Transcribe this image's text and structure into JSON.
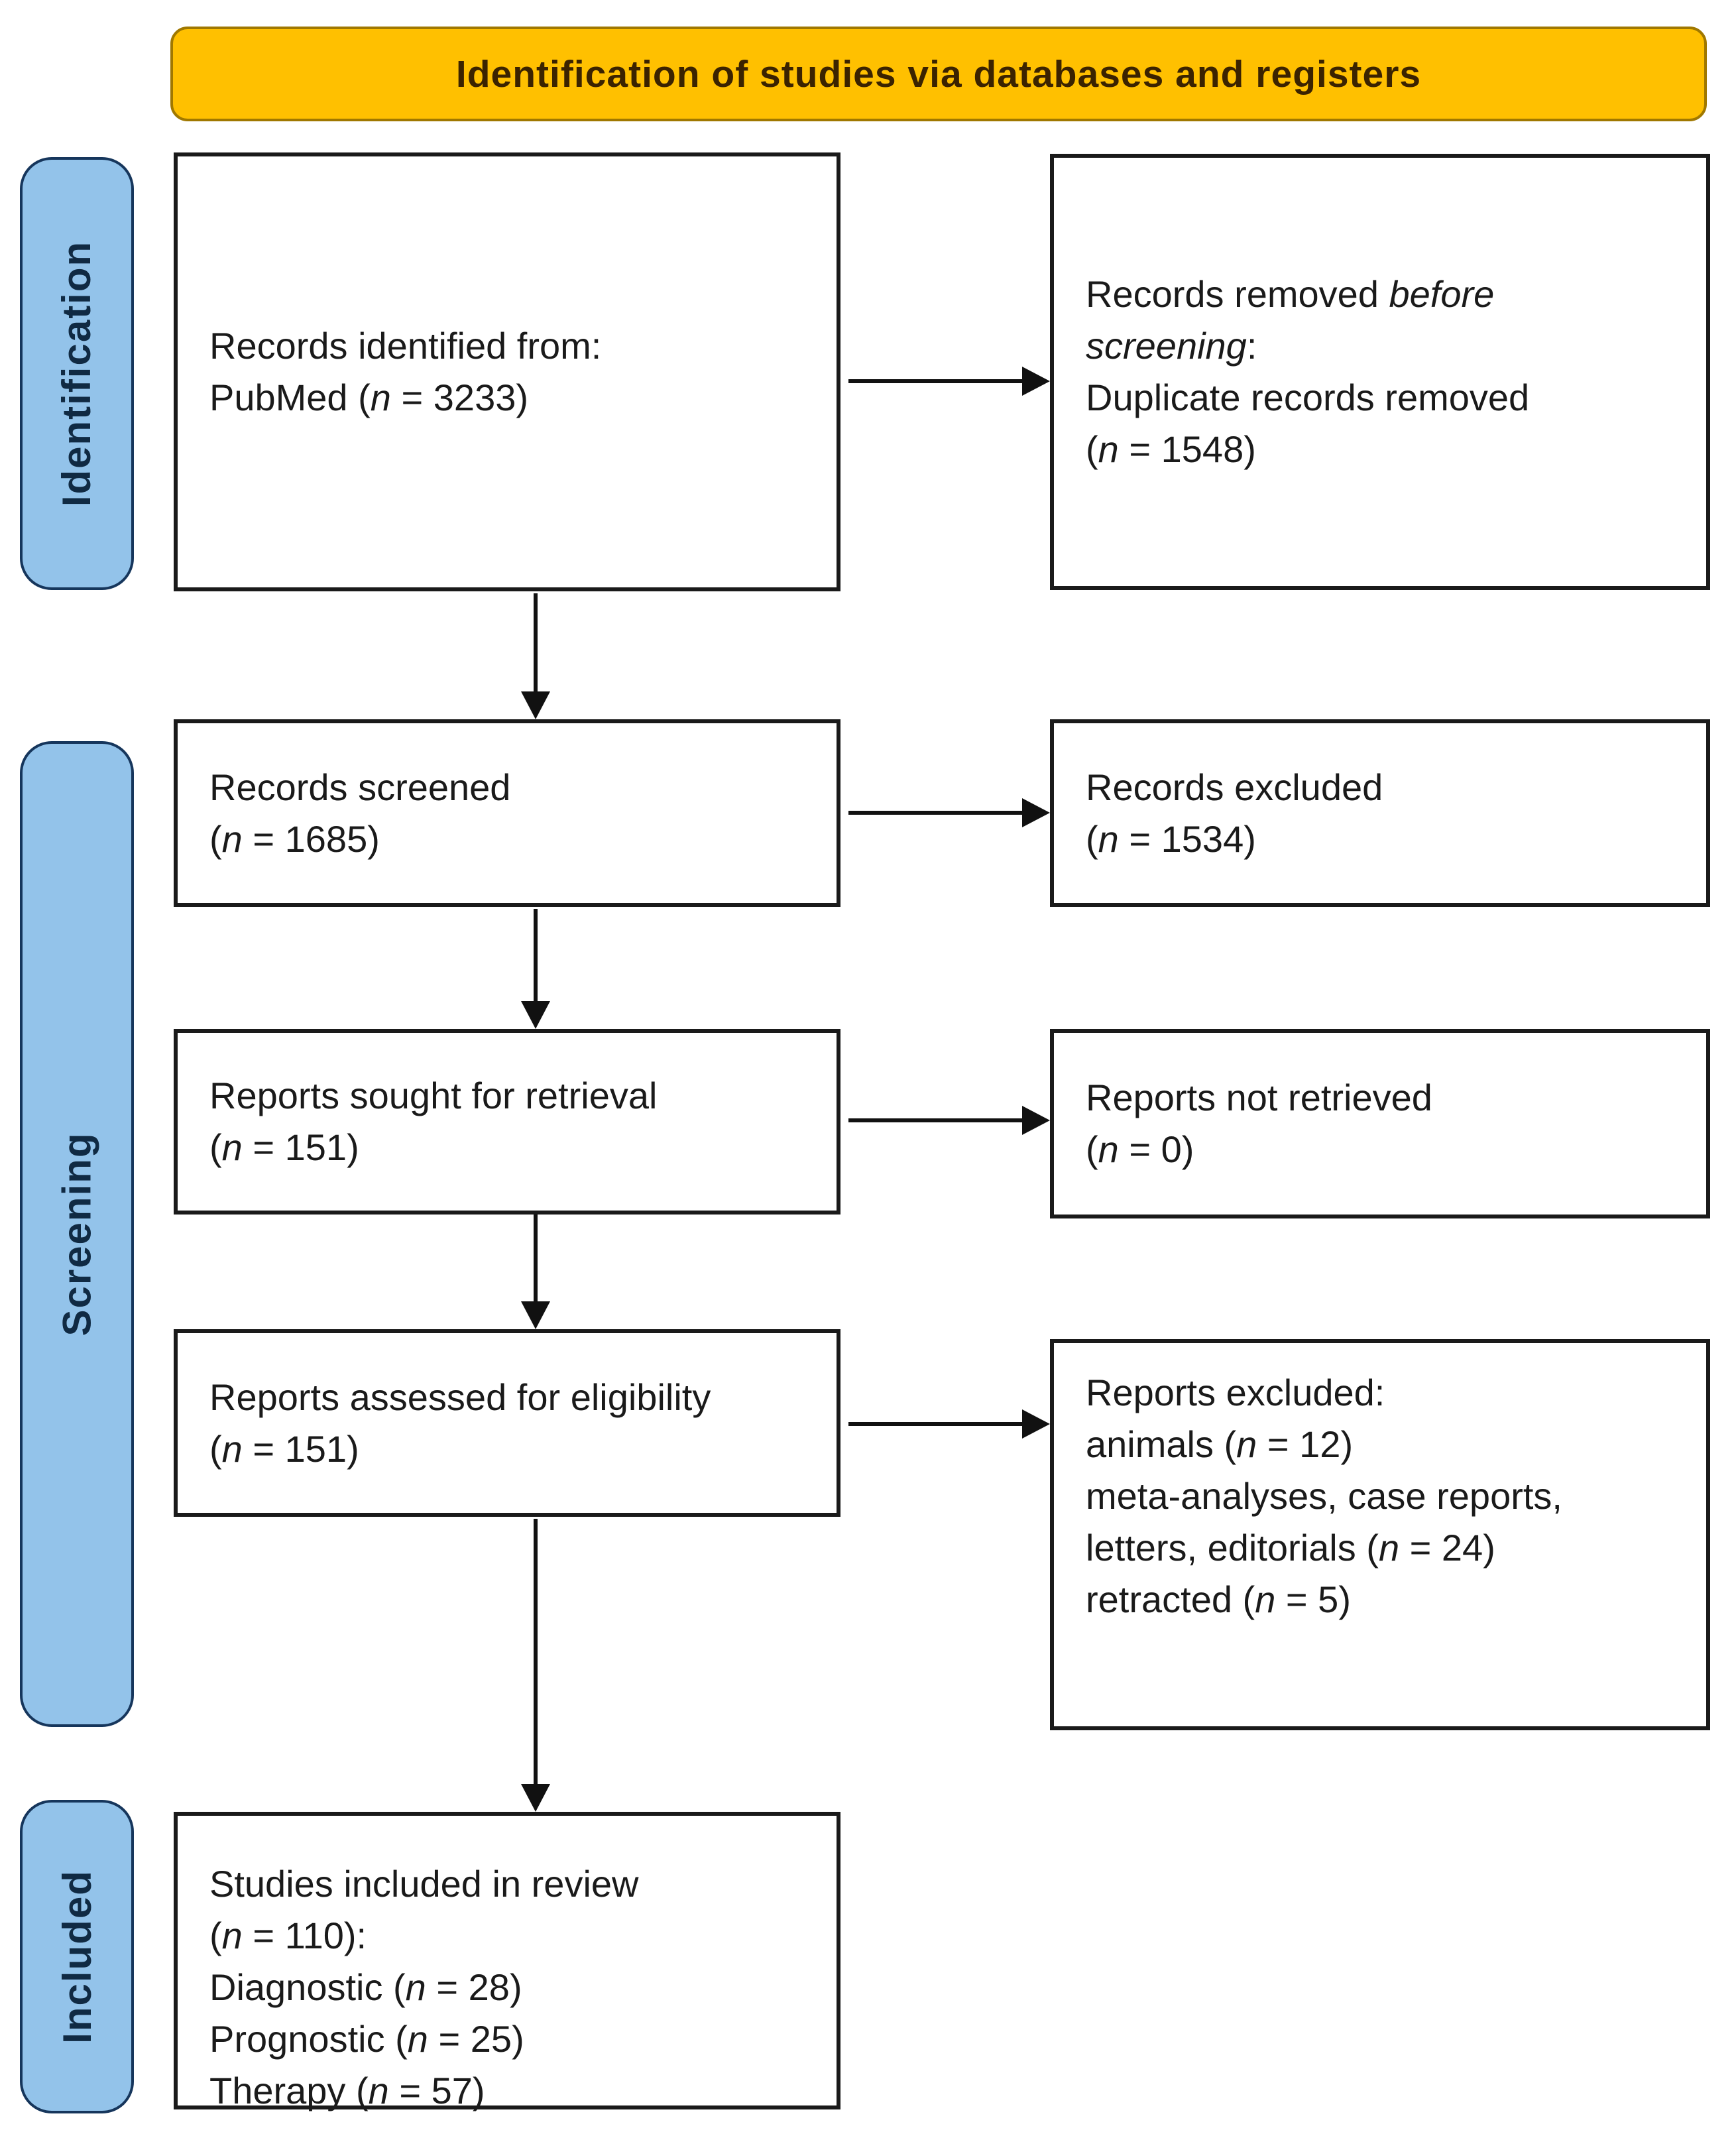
{
  "banner": {
    "title": "Identification of studies via databases and registers"
  },
  "side_labels": {
    "identification": "Identification",
    "screening": "Screening",
    "included": "Included"
  },
  "boxes": {
    "records_identified": {
      "lines": [
        [
          {
            "t": "Records identified from:"
          }
        ],
        [
          {
            "t": "PubMed ("
          },
          {
            "t": "n",
            "i": true
          },
          {
            "t": " = 3233)"
          }
        ]
      ]
    },
    "records_removed": {
      "lines": [
        [
          {
            "t": "Records removed "
          },
          {
            "t": "before",
            "i": true
          }
        ],
        [
          {
            "t": "screening",
            "i": true
          },
          {
            "t": ":"
          }
        ],
        [
          {
            "t": "Duplicate records removed"
          }
        ],
        [
          {
            "t": "("
          },
          {
            "t": "n",
            "i": true
          },
          {
            "t": " = 1548)"
          }
        ]
      ]
    },
    "records_screened": {
      "lines": [
        [
          {
            "t": "Records screened"
          }
        ],
        [
          {
            "t": "("
          },
          {
            "t": "n",
            "i": true
          },
          {
            "t": " = 1685)"
          }
        ]
      ]
    },
    "records_excluded": {
      "lines": [
        [
          {
            "t": "Records excluded"
          }
        ],
        [
          {
            "t": "("
          },
          {
            "t": "n",
            "i": true
          },
          {
            "t": " = 1534)"
          }
        ]
      ]
    },
    "reports_sought": {
      "lines": [
        [
          {
            "t": "Reports sought for retrieval"
          }
        ],
        [
          {
            "t": "("
          },
          {
            "t": "n",
            "i": true
          },
          {
            "t": " = 151)"
          }
        ]
      ]
    },
    "reports_not_retrieved": {
      "lines": [
        [
          {
            "t": "Reports not retrieved"
          }
        ],
        [
          {
            "t": "("
          },
          {
            "t": "n",
            "i": true
          },
          {
            "t": " = 0)"
          }
        ]
      ]
    },
    "reports_assessed": {
      "lines": [
        [
          {
            "t": "Reports assessed for eligibility"
          }
        ],
        [
          {
            "t": "("
          },
          {
            "t": "n",
            "i": true
          },
          {
            "t": " = 151)"
          }
        ]
      ]
    },
    "reports_excluded": {
      "lines": [
        [
          {
            "t": "Reports excluded:"
          }
        ],
        [
          {
            "t": "animals ("
          },
          {
            "t": "n",
            "i": true
          },
          {
            "t": " = 12)"
          }
        ],
        [
          {
            "t": "meta-analyses, case reports,"
          }
        ],
        [
          {
            "t": "letters, editorials ("
          },
          {
            "t": "n",
            "i": true
          },
          {
            "t": " = 24)"
          }
        ],
        [
          {
            "t": "retracted ("
          },
          {
            "t": "n",
            "i": true
          },
          {
            "t": " = 5)"
          }
        ]
      ]
    },
    "studies_included": {
      "lines": [
        [
          {
            "t": "Studies included in review"
          }
        ],
        [
          {
            "t": "("
          },
          {
            "t": "n",
            "i": true
          },
          {
            "t": " = 110):"
          }
        ],
        [
          {
            "t": "Diagnostic ("
          },
          {
            "t": "n",
            "i": true
          },
          {
            "t": " = 28)"
          }
        ],
        [
          {
            "t": "Prognostic ("
          },
          {
            "t": "n",
            "i": true
          },
          {
            "t": " = 25)"
          }
        ],
        [
          {
            "t": "Therapy ("
          },
          {
            "t": "n",
            "i": true
          },
          {
            "t": " = 57)"
          }
        ]
      ]
    }
  },
  "colors": {
    "banner_bg": "#FFC000",
    "banner_border": "#A07800",
    "banner_text": "#3B2300",
    "side_bg": "#93C3EA",
    "side_border": "#16365C",
    "side_text": "#102A43",
    "box_bg": "#FFFFFF",
    "box_border": "#1A1A1A",
    "text": "#1A1A1A",
    "arrow": "#111111"
  }
}
